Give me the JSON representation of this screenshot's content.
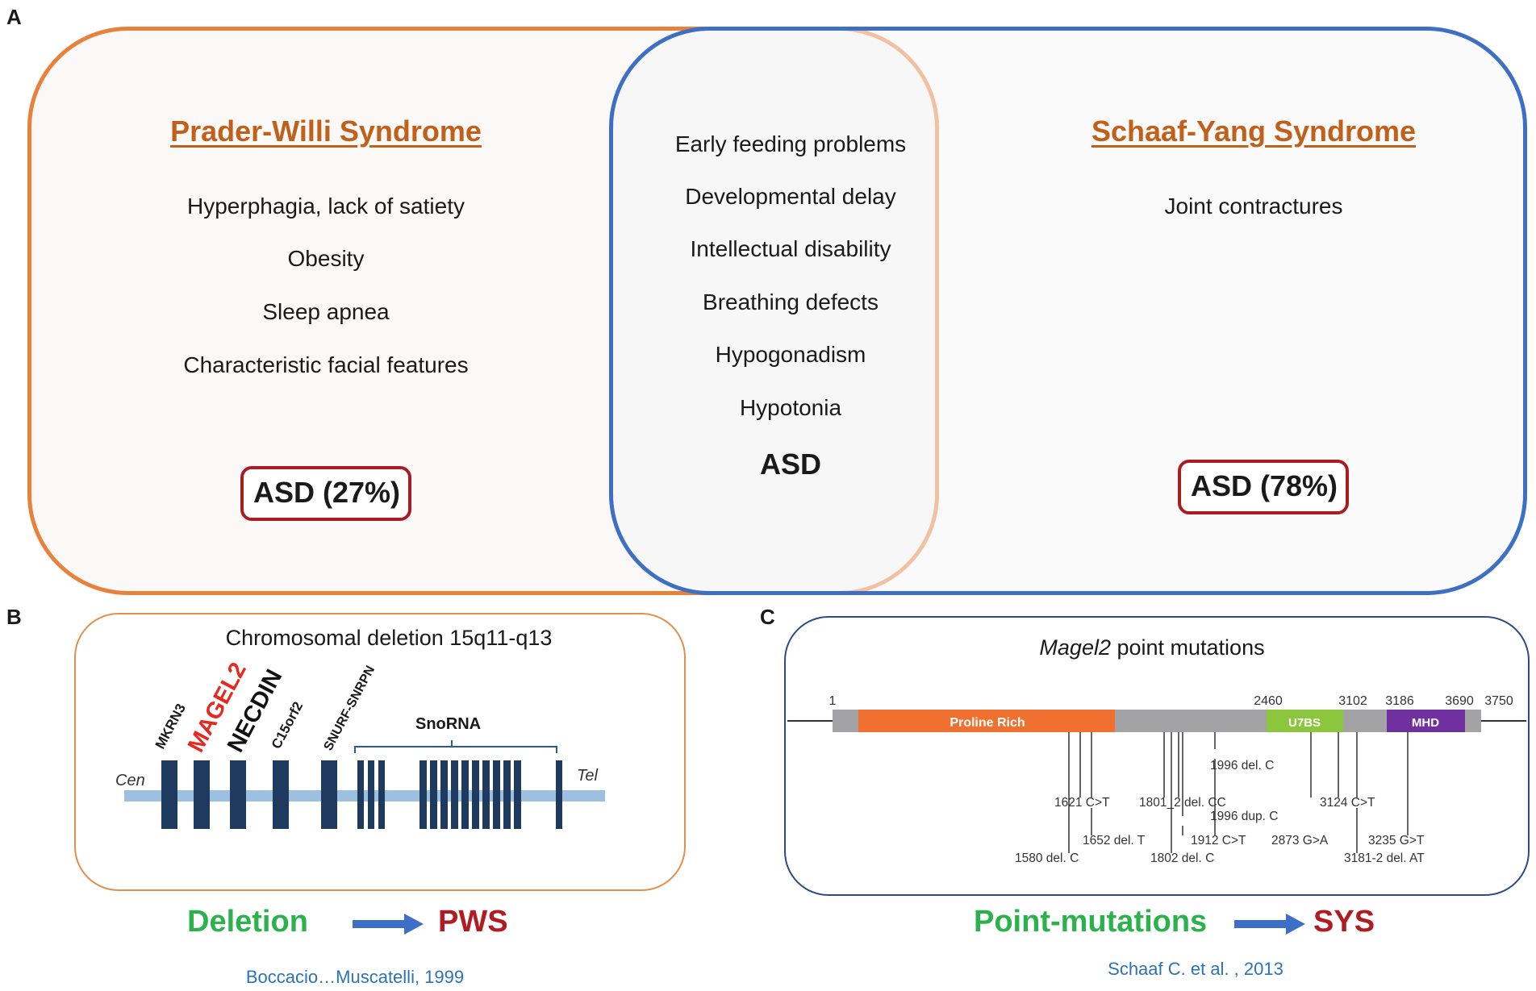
{
  "panel_letters": {
    "a": "A",
    "b": "B",
    "c": "C"
  },
  "pws": {
    "title": "Prader-Willi Syndrome",
    "features": [
      "Hyperphagia,  lack of satiety",
      "Obesity",
      "Sleep apnea",
      "Characteristic facial features"
    ],
    "asd": "ASD (27%)"
  },
  "shared": {
    "features": [
      "Early feeding problems",
      "Developmental delay",
      "Intellectual disability",
      "Breathing defects",
      "Hypogonadism",
      "Hypotonia"
    ],
    "asd": "ASD"
  },
  "sys": {
    "title": "Schaaf-Yang Syndrome",
    "features": [
      "Joint contractures"
    ],
    "asd": "ASD (78%)"
  },
  "panel_b": {
    "title": "Chromosomal deletion 15q11-q13",
    "cen": "Cen",
    "tel": "Tel",
    "genes": [
      "MKRN3",
      "MAGEL2",
      "NECDIN",
      "C15orf2",
      "SNURF-SNRPN"
    ],
    "snorna": "SnoRNA",
    "arrow_from": "Deletion",
    "arrow_to": "PWS",
    "citation": "Boccacio…Muscatelli, 1999"
  },
  "panel_c": {
    "title_italic": "Magel2",
    "title_rest": " point mutations",
    "positions": [
      "1",
      "2460",
      "3102",
      "3186",
      "3690",
      "3750"
    ],
    "domains": [
      "Proline Rich",
      "U7BS",
      "MHD"
    ],
    "mutations": [
      "1996 del. C",
      "1621 C>T",
      "1801_2 del. CC",
      "3124 C>T",
      "1996 dup. C",
      "1652 del. T",
      "1912 C>T",
      "2873 G>A",
      "3235 G>T",
      "1580 del. C",
      "1802 del. C",
      "3181-2 del. AT"
    ],
    "arrow_from": "Point-mutations",
    "arrow_to": "SYS",
    "citation": "Schaaf C. et al. , 2013"
  },
  "colors": {
    "pws_orange": "#e8813a",
    "sys_blue": "#3d6fc4",
    "title_brown": "#c0601a",
    "asd_red": "#a81d24",
    "green": "#2bb24c",
    "red": "#b01c22",
    "cite_blue": "#2b73b5",
    "gene_navy": "#1e3a5f",
    "proline_orange": "#f07030",
    "u7bs_green": "#8cc63f",
    "mhd_purple": "#7030a0"
  }
}
